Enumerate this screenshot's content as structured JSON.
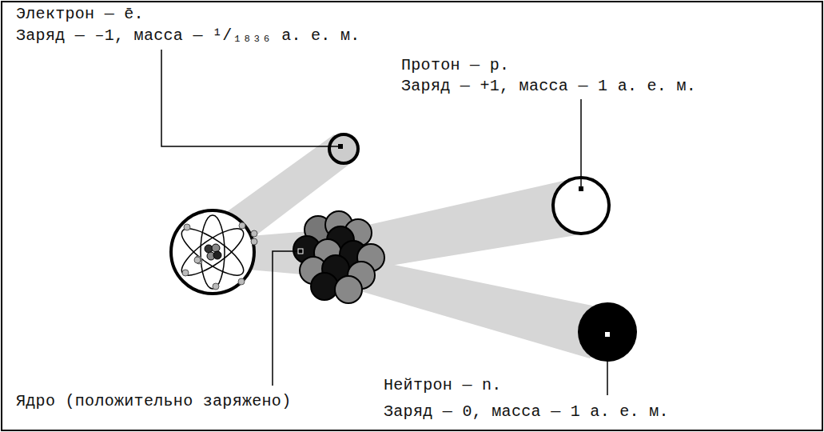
{
  "diagram": {
    "labels": [
      "Электрон — ē.",
      "Заряд — –1, масса — ¹/₁₈₃₆ а. е. м.",
      "Протон — p.",
      "Заряд — +1, масса — 1 а. е. м.",
      "Ядро (положительно заряжено)",
      "Нейтрон — n.",
      "Заряд — 0, масса — 1 а. е. м."
    ]
  }
}
